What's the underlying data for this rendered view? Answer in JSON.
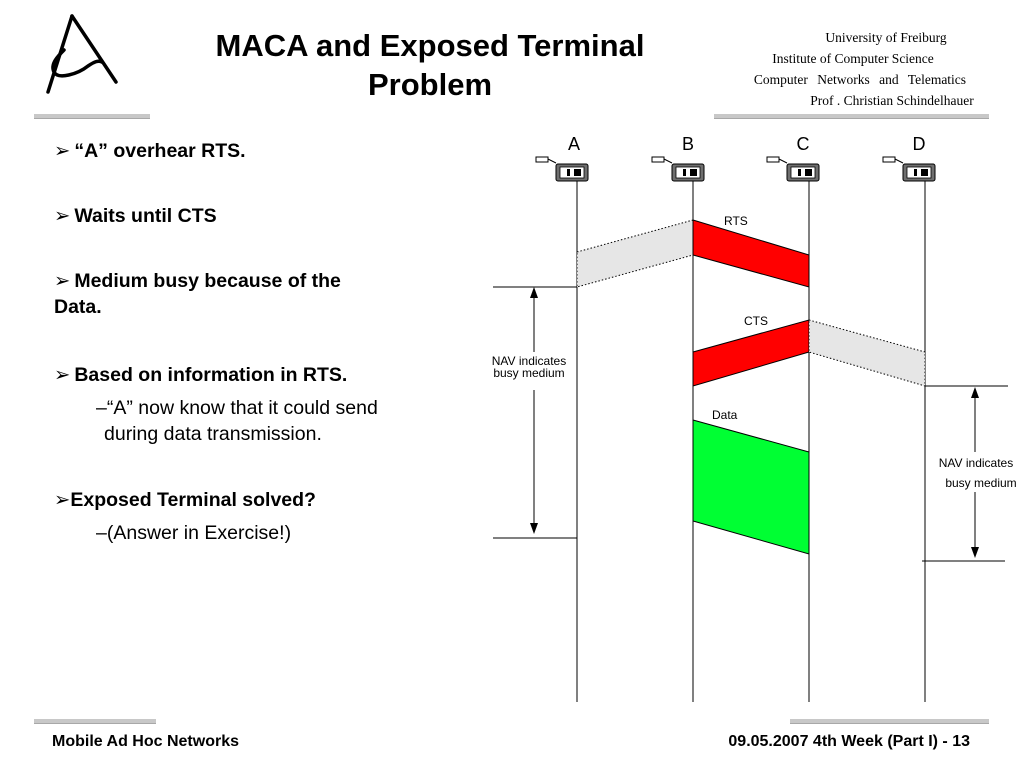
{
  "header": {
    "title_line1": "MACA and Exposed Terminal",
    "title_line2": "Problem",
    "institution": {
      "line1": "University of Freiburg",
      "line2": "Institute of Computer Science",
      "line3": "Computer Networks and Telematics",
      "line4": "Prof . Christian Schindelhauer"
    }
  },
  "bullets": {
    "b1": "“A” overhear RTS.",
    "b2": "Waits until CTS",
    "b3_line1": "Medium busy because of the",
    "b3_line2": "Data.",
    "b4": "Based on information in RTS.",
    "b4_sub_line1": "–“A” now know that it could send",
    "b4_sub_line2": "during data transmission.",
    "b5": "Exposed Terminal solved?",
    "b5_sub": "–(Answer in Exercise!)"
  },
  "diagram": {
    "nodes": [
      "A",
      "B",
      "C",
      "D"
    ],
    "frames": {
      "rts": "RTS",
      "cts": "CTS",
      "data": "Data"
    },
    "nav_left_line1": "NAV indicates",
    "nav_left_line2": "busy medium",
    "nav_right_line1": "NAV indicates",
    "nav_right_line2": "busy medium",
    "colors": {
      "rts": "#ff0000",
      "cts": "#ff0000",
      "data": "#00ff33",
      "overheard": "#e6e6e6"
    }
  },
  "footer": {
    "left": "Mobile Ad Hoc Networks",
    "right": "09.05.2007 4th Week (Part I) - 13"
  }
}
